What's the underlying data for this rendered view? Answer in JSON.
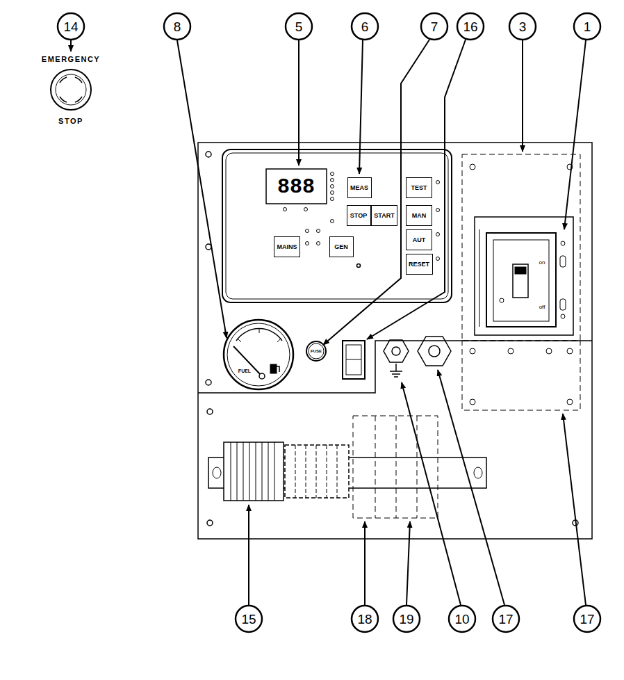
{
  "diagram": {
    "nodes": [
      {
        "text": [
          "EMERGENCY",
          "STOP"
        ]
      },
      {
        "text": [
          "MEAS"
        ]
      },
      {
        "text": [
          "TEST"
        ]
      },
      {
        "text": [
          "STOP"
        ]
      },
      {
        "text": [
          "START"
        ]
      },
      {
        "text": [
          "MAN"
        ]
      },
      {
        "text": [
          "AUT"
        ]
      },
      {
        "text": [
          "MAINS"
        ]
      },
      {
        "text": [
          "GEN"
        ]
      },
      {
        "text": [
          "RESET"
        ]
      }
    ],
    "labels": [
      "14",
      "8",
      "5",
      "6",
      "7",
      "16",
      "3",
      "1",
      "15",
      "18",
      "19",
      "10",
      "17",
      "17",
      "888",
      "FUEL",
      "FUSE",
      "on",
      "off"
    ]
  }
}
